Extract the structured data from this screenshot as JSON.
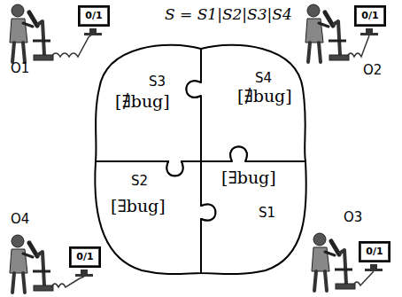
{
  "diagram": {
    "title": "S = S1|S2|S3|S4",
    "nodes": [
      {
        "text": [
          "0/1"
        ]
      },
      {
        "text": [
          "0/1"
        ]
      },
      {
        "text": [
          "S3",
          "[∄bug]"
        ]
      },
      {
        "text": [
          "S4",
          "[∄bug]"
        ]
      },
      {
        "text": [
          "S2",
          "[∃bug]"
        ]
      },
      {
        "text": [
          "[∃bug]",
          "S1"
        ]
      },
      {
        "text": [
          "0/1"
        ]
      },
      {
        "text": [
          "0/1"
        ]
      }
    ],
    "labels": [
      "O1",
      "O2",
      "O4",
      "O3"
    ]
  }
}
